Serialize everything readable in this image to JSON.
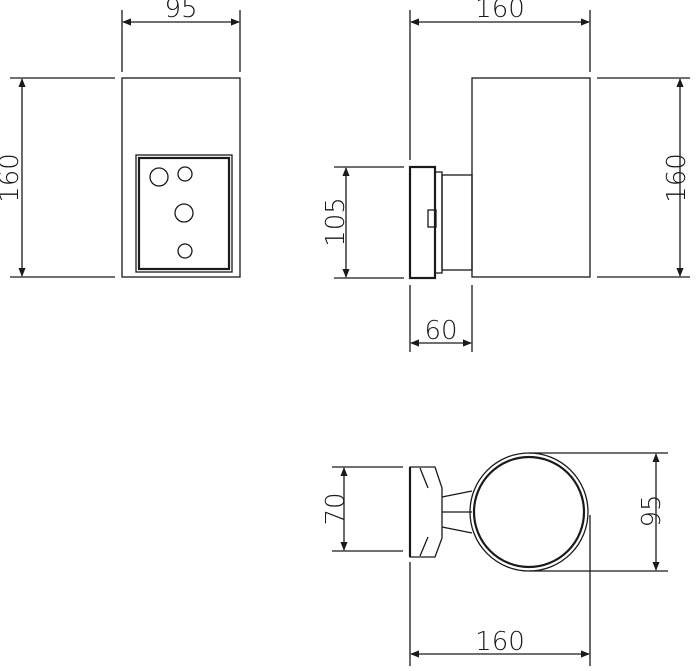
{
  "drawing": {
    "front_view": {
      "width_dim": "95",
      "height_dim": "160"
    },
    "side_view": {
      "width_dim": "160",
      "height_dim": "160",
      "bracket_height_dim": "105",
      "bracket_depth_dim": "60"
    },
    "top_view": {
      "bracket_dim": "70",
      "diameter_dim": "95",
      "length_dim": "160"
    }
  }
}
